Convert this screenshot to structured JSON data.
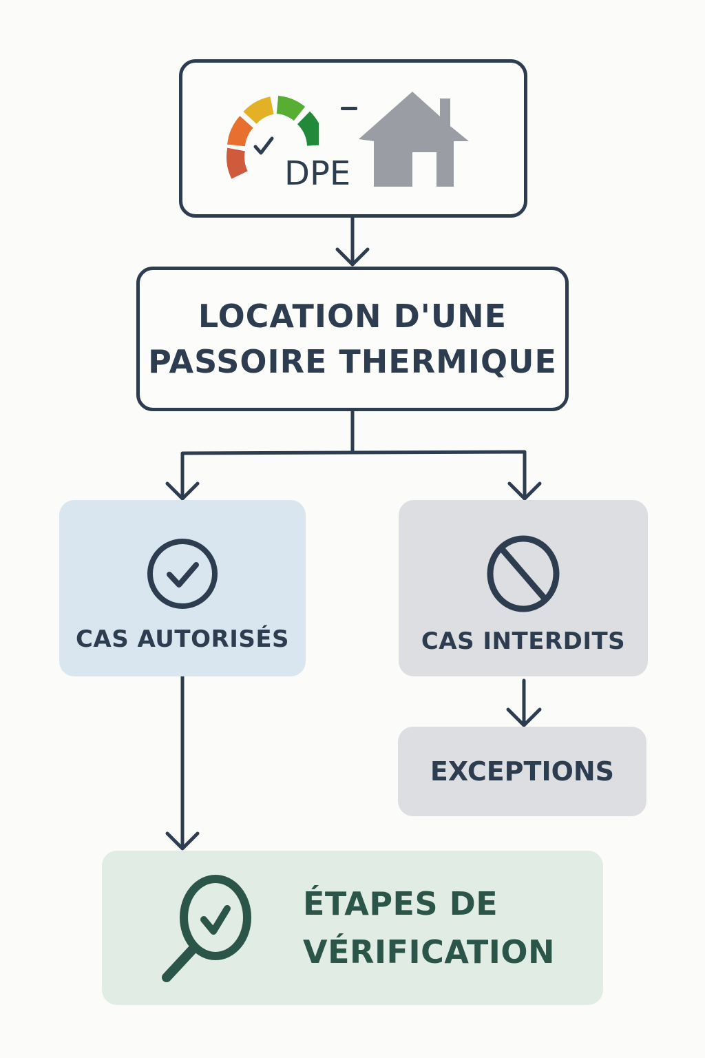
{
  "diagram": {
    "top_node": {
      "label": "DPE",
      "separator": "-",
      "icons": [
        "energy-gauge-icon",
        "house-icon"
      ]
    },
    "main_node": {
      "line1": "LOCATION D'UNE",
      "line2": "PASSOIRE THERMIQUE"
    },
    "branches": [
      {
        "label": "CAS AUTORISÉS",
        "icon": "check-circle-icon"
      },
      {
        "label": "CAS INTERDITS",
        "icon": "prohibited-icon"
      }
    ],
    "exceptions_node": {
      "label": "EXCEPTIONS"
    },
    "verification_node": {
      "line1": "ÉTAPES DE",
      "line2": "VÉRIFICATION",
      "icon": "magnifier-check-icon"
    },
    "colors": {
      "line": "#2e3c50",
      "allowed_bg": "#d9e5ef",
      "forbidden_bg": "#dcdee2",
      "verification_bg": "#e1ece5",
      "verification_text": "#2b5548",
      "house": "#9a9ea4"
    }
  }
}
